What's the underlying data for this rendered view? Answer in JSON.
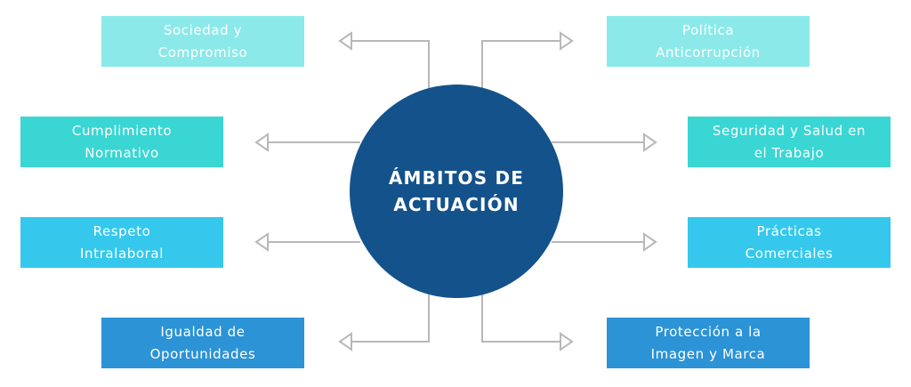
{
  "hub": {
    "line1": "ÁMBITOS DE",
    "line2": "ACTUACIÓN",
    "color": "#14528b"
  },
  "connector_color": "#b8b8b8",
  "boxes": [
    {
      "line1": "Sociedad y",
      "line2": "Compromiso",
      "color": "#8be9ea"
    },
    {
      "line1": "Política",
      "line2": "Anticorrupción",
      "color": "#8be9ea"
    },
    {
      "line1": "Cumplimiento",
      "line2": "Normativo",
      "color": "#39d6d3"
    },
    {
      "line1": "Seguridad y Salud en",
      "line2": "el Trabajo",
      "color": "#39d6d3"
    },
    {
      "line1": "Respeto",
      "line2": "Intralaboral",
      "color": "#35c8ec"
    },
    {
      "line1": "Prácticas",
      "line2": "Comerciales",
      "color": "#35c8ec"
    },
    {
      "line1": "Igualdad de",
      "line2": "Oportunidades",
      "color": "#2b93d6"
    },
    {
      "line1": "Protección a la",
      "line2": "Imagen y Marca",
      "color": "#2b93d6"
    }
  ]
}
